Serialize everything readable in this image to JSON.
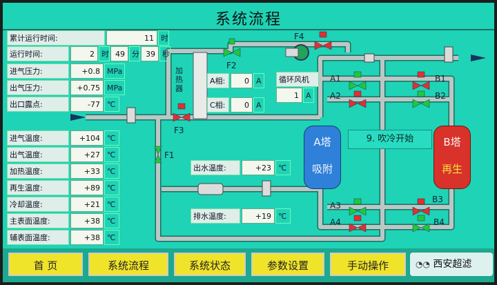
{
  "title": "系统流程",
  "left_panel": {
    "run_total": {
      "label": "累计运行时间:",
      "value": "11",
      "unit": "时"
    },
    "run_time": {
      "label": "运行时间:",
      "h": "2",
      "h_unit": "时",
      "m": "49",
      "m_unit": "分",
      "s": "39",
      "s_unit": "秒"
    },
    "inlet_pressure": {
      "label": "进气压力:",
      "value": "+0.8",
      "unit": "MPa"
    },
    "outlet_pressure": {
      "label": "出气压力:",
      "value": "+0.75",
      "unit": "MPa"
    },
    "dew_point": {
      "label": "出口露点:",
      "value": "-77",
      "unit": "℃"
    },
    "temps": [
      {
        "label": "进气温度:",
        "value": "+104",
        "unit": "℃"
      },
      {
        "label": "出气温度:",
        "value": "+27",
        "unit": "℃"
      },
      {
        "label": "加热温度:",
        "value": "+33",
        "unit": "℃"
      },
      {
        "label": "再生温度:",
        "value": "+89",
        "unit": "℃"
      },
      {
        "label": "冷却温度:",
        "value": "+21",
        "unit": "℃"
      },
      {
        "label": "主表面温度:",
        "value": "+38",
        "unit": "℃"
      },
      {
        "label": "辅表面温度:",
        "value": "+38",
        "unit": "℃"
      }
    ]
  },
  "heater": {
    "label": "加热器"
  },
  "phase_a": {
    "label": "A相:",
    "value": "0",
    "unit": "A"
  },
  "phase_c": {
    "label": "C相:",
    "value": "0",
    "unit": "A"
  },
  "fan": {
    "label": "循环风机",
    "value": "1",
    "unit": "A"
  },
  "water_out": {
    "label": "出水温度:",
    "value": "+23",
    "unit": "℃"
  },
  "water_drain": {
    "label": "排水温度:",
    "value": "+19",
    "unit": "℃"
  },
  "valves": {
    "F1": "F1",
    "F2": "F2",
    "F3": "F3",
    "F4": "F4",
    "A1": "A1",
    "A2": "A2",
    "A3": "A3",
    "A4": "A4",
    "B1": "B1",
    "B2": "B2",
    "B3": "B3",
    "B4": "B4"
  },
  "tower_a": {
    "name": "A塔",
    "state": "吸附",
    "color": "#2f80d8"
  },
  "tower_b": {
    "name": "B塔",
    "state": "再生",
    "color": "#d8322a"
  },
  "status": "9. 吹冷开始",
  "colors": {
    "pipe": "#b9c8c4",
    "valve_open": "#22c83a",
    "valve_closed": "#e03030",
    "screen_bg": "#1fd3b6",
    "button": "#f0e42a"
  },
  "nav": [
    "首 页",
    "系统流程",
    "系统状态",
    "参数设置",
    "手动操作"
  ],
  "watermark": "西安超滤"
}
